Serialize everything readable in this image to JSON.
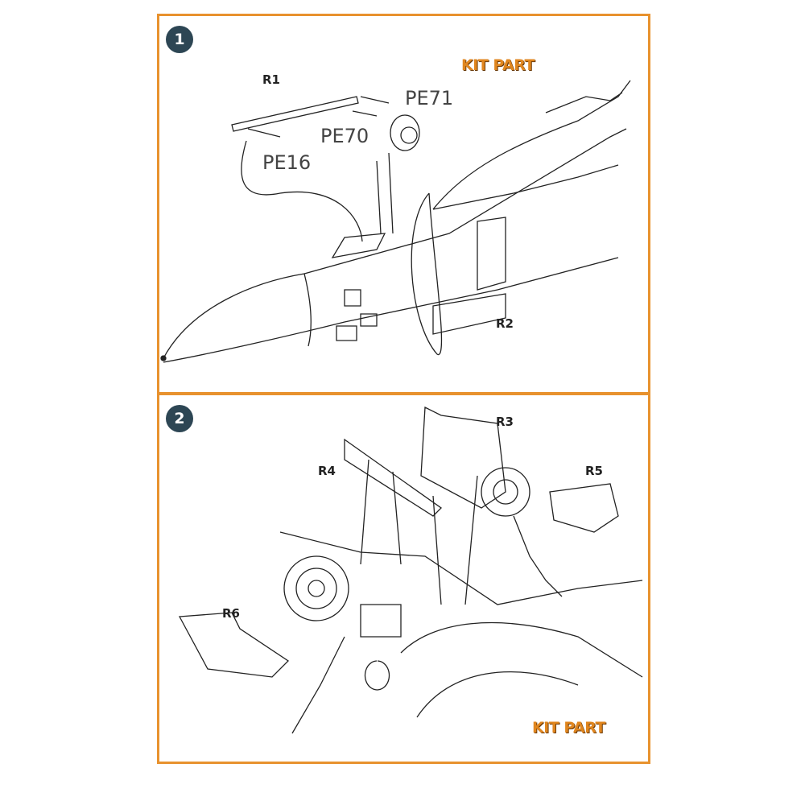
{
  "steps": [
    {
      "number": "1",
      "kit_label": "KIT PART",
      "parts": {
        "r1": "R1",
        "r2": "R2",
        "pe71": "PE71",
        "pe70": "PE70",
        "pe16": "PE16"
      }
    },
    {
      "number": "2",
      "kit_label": "KIT PART",
      "parts": {
        "r3": "R3",
        "r4": "R4",
        "r5": "R5",
        "r6": "R6"
      }
    }
  ],
  "colors": {
    "frame": "#e8922e",
    "badge": "#2d4654",
    "kit_label": "#e0861f"
  }
}
